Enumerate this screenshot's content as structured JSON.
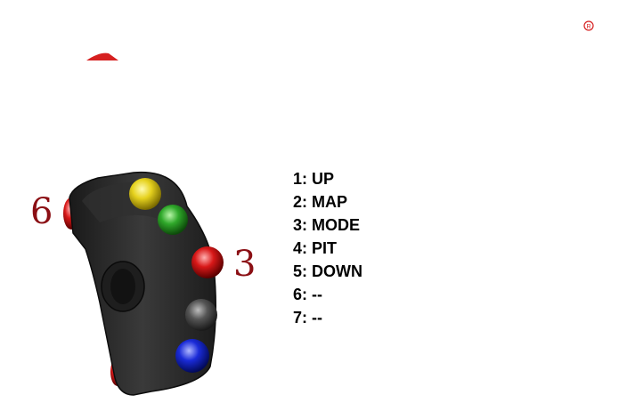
{
  "diagram": {
    "callouts": {
      "left_number": "6",
      "right_number": "3"
    },
    "legend": [
      {
        "number": "1",
        "label": "UP"
      },
      {
        "number": "2",
        "label": "MAP"
      },
      {
        "number": "3",
        "label": "MODE"
      },
      {
        "number": "4",
        "label": "PIT"
      },
      {
        "number": "5",
        "label": "DOWN"
      },
      {
        "number": "6",
        "label": "--"
      },
      {
        "number": "7",
        "label": "--"
      }
    ],
    "legend_text": [
      "1: UP",
      "2: MAP",
      "3: MODE",
      "4: PIT",
      "5: DOWN",
      "6: --",
      "7: --"
    ],
    "button_colors": {
      "button_1": "#e6d21e",
      "button_2": "#2fa82a",
      "button_3": "#d81818",
      "button_4": "#4a4a4a",
      "button_5": "#1a2bd8",
      "button_6": "#c81818",
      "button_7": "#c81818"
    },
    "accent_color": "#8b0f14",
    "logo_color": "#d62020",
    "housing_color": "#262626"
  }
}
